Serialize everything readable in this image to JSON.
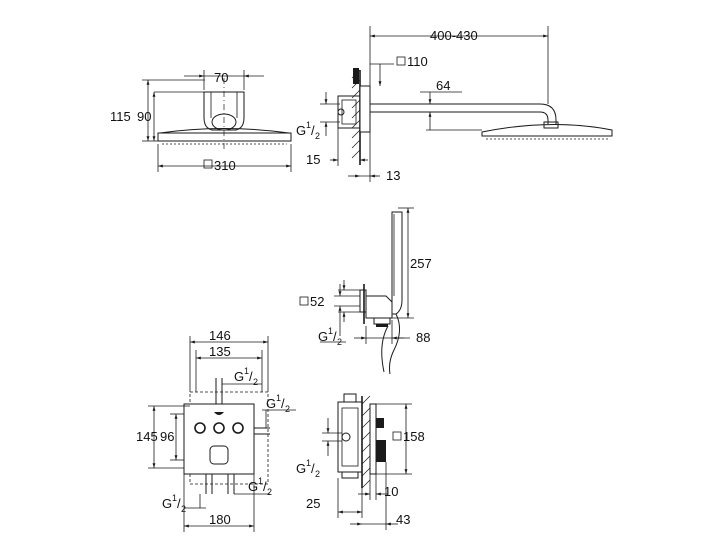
{
  "head_shower_front": {
    "dim_70": "70",
    "dim_115": "115",
    "dim_90": "90",
    "dim_310": "310"
  },
  "arm_side": {
    "dim_400_430": "400-430",
    "dim_110": "110",
    "dim_64": "64",
    "dim_g": "G",
    "dim_15": "15",
    "dim_13": "13"
  },
  "hand_shower": {
    "dim_257": "257",
    "dim_52": "52",
    "dim_g": "G",
    "dim_88": "88"
  },
  "valve_front": {
    "dim_146": "146",
    "dim_135": "135",
    "dim_g_top": "G",
    "dim_g_right": "G",
    "dim_145": "145",
    "dim_96": "96",
    "dim_g_bottom_left": "G",
    "dim_g_bottom_right": "G",
    "dim_180": "180"
  },
  "valve_side": {
    "dim_158": "158",
    "dim_g": "G",
    "dim_25": "25",
    "dim_10": "10",
    "dim_43": "43"
  },
  "fraction": {
    "num": "1",
    "den": "2",
    "slash": "/"
  },
  "colors": {
    "line": "#1a1a1a",
    "background": "#ffffff"
  }
}
